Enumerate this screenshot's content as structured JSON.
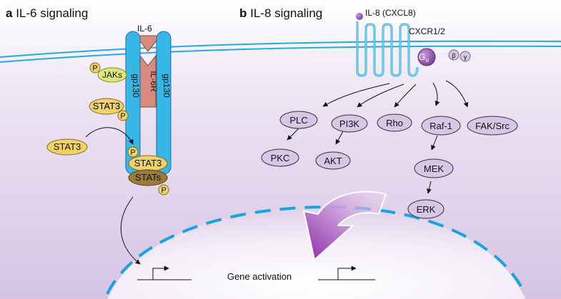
{
  "panel_a": {
    "letter": "a",
    "title": "IL-6 signaling",
    "ligand": "IL-6",
    "receptor": "IL-6R",
    "gp130_left": "gp130",
    "gp130_right": "gp130",
    "jaks": "JAKs",
    "phospho": "P",
    "stat3_bound": "STAT3",
    "stat3_free": "STAT3",
    "dimer_top": "STAT3",
    "dimer_bottom": "STATs"
  },
  "panel_b": {
    "letter": "b",
    "title": "IL-8 signaling",
    "ligand": "IL-8 (CXCL8)",
    "receptor": "CXCR1/2",
    "g_alpha": "G",
    "g_alpha_sub": "α",
    "g_beta": "β",
    "g_gamma": "γ",
    "nodes": {
      "plc": "PLC",
      "pkc": "PKC",
      "pi3k": "PI3K",
      "akt": "AKT",
      "rho": "Rho",
      "raf1": "Raf-1",
      "mek": "MEK",
      "erk": "ERK",
      "fak": "FAK/Src"
    }
  },
  "nucleus": {
    "label": "Gene activation"
  },
  "colors": {
    "background_top": "#ffffff",
    "background_bottom": "#d9c8e6",
    "membrane": "#29a8df",
    "gp130": "#39b6e8",
    "receptor": "#d98a80",
    "stat": "#f0d26a",
    "stats_dark": "#9c7b3a",
    "jaks": "#dfe87a",
    "node": "#d8c6e6",
    "g_alpha": "#8b4ea6",
    "nucleus_arrow": "#9b3fb0"
  }
}
